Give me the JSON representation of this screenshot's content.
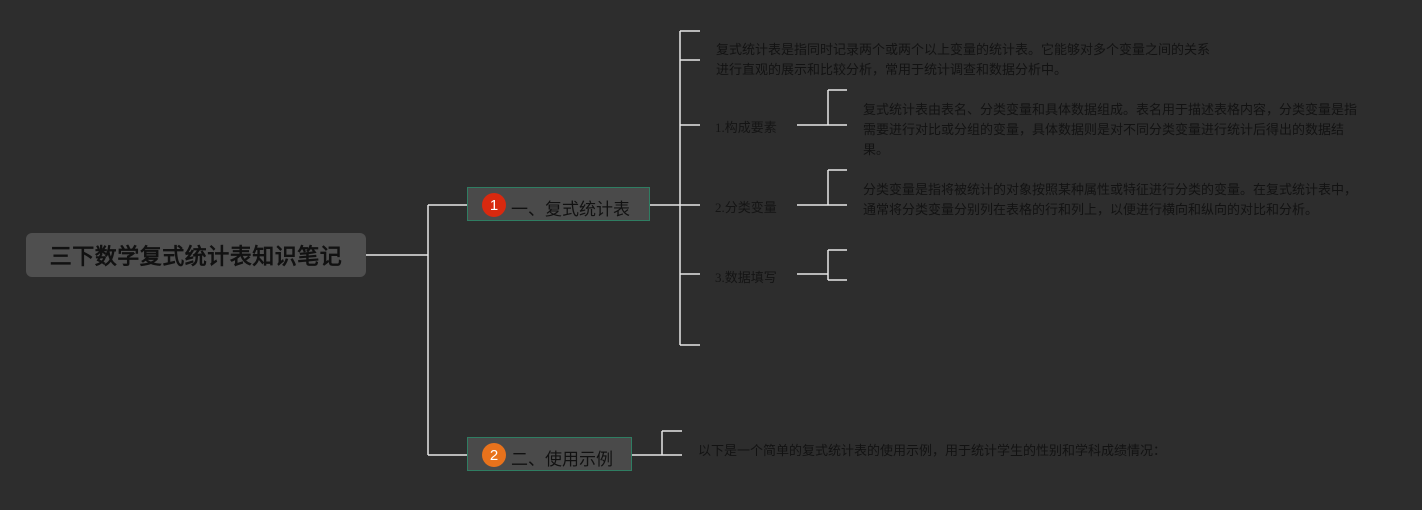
{
  "root": {
    "title": "三下数学复式统计表知识笔记"
  },
  "branches": [
    {
      "badge": "1",
      "label": "一、复式统计表",
      "badge_color": "#d8290f",
      "definition": "复式统计表是指同时记录两个或两个以上变量的统计表。它能够对多个变量之间的关系进行直观的展示和比较分析，常用于统计调查和数据分析中。",
      "children": [
        {
          "label": "1.构成要素",
          "detail": "复式统计表由表名、分类变量和具体数据组成。表名用于描述表格内容，分类变量是指需要进行对比或分组的变量，具体数据则是对不同分类变量进行统计后得出的数据结果。"
        },
        {
          "label": "2.分类变量",
          "detail": "分类变量是指将被统计的对象按照某种属性或特征进行分类的变量。在复式统计表中，通常将分类变量分别列在表格的行和列上，以便进行横向和纵向的对比和分析。"
        },
        {
          "label": "3.数据填写",
          "detail": ""
        }
      ]
    },
    {
      "badge": "2",
      "label": "二、使用示例",
      "badge_color": "#e8721c",
      "definition": "以下是一个简单的复式统计表的使用示例，用于统计学生的性别和学科成绩情况：",
      "children": []
    }
  ],
  "colors": {
    "background": "#2d2d2d",
    "connector": "#e6e6e6",
    "branch_border": "#2f7d62",
    "node_fill": "#4a4a4a"
  }
}
